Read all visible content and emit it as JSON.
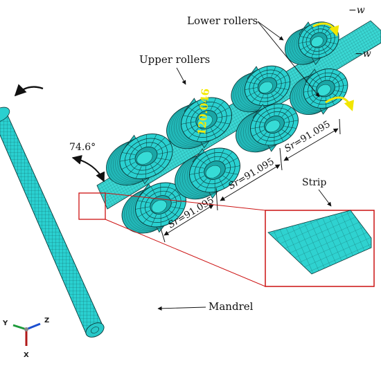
{
  "labels": {
    "upper_rollers": "Upper rollers",
    "lower_rollers": "Lower rollers",
    "strip": "Strip",
    "mandrel": "Mandrel",
    "angle": "74.6°",
    "omega_top": "−w",
    "omega_right": "−w"
  },
  "dimensions": {
    "vertical": "120.046",
    "sr_prefix": "Sr",
    "sr_value": "=91.095"
  },
  "axes": {
    "y": "Y",
    "z": "Z",
    "x": "X"
  },
  "colors": {
    "mesh_fill": "#2ad0d0",
    "mesh_line": "#0b3a3a",
    "inset_border": "#cc1111",
    "rotation_arrow": "#f2e600",
    "dimension_text": "#f4ea00"
  }
}
